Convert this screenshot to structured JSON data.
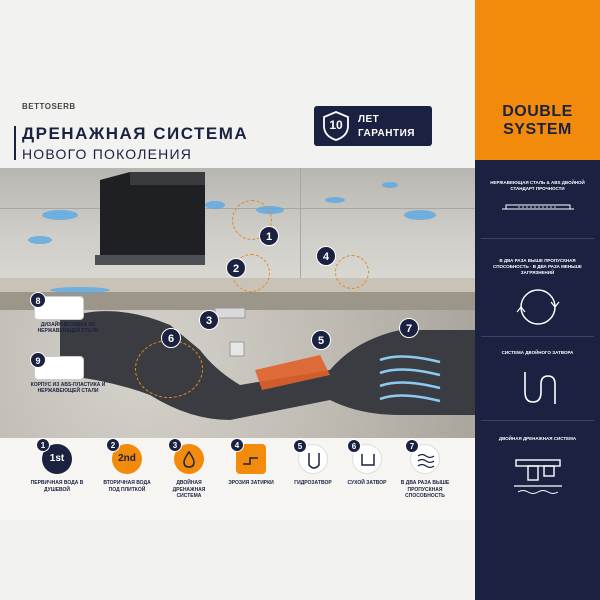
{
  "brand": "BETTOSERB",
  "title": {
    "line1": "ДРЕНАЖНАЯ СИСТЕМА",
    "line2": "НОВОГО ПОКОЛЕНИЯ"
  },
  "warranty": {
    "years": "10",
    "line1": "ЛЕТ",
    "line2": "ГАРАНТИЯ"
  },
  "scene_badges": [
    "1",
    "2",
    "3",
    "4",
    "5",
    "6",
    "7",
    "8",
    "9"
  ],
  "side_cards": [
    {
      "number": "8",
      "text": "ДИЗАЙН-ВСТАВКА ИЗ НЕРЖАВЕЮЩЕЙ СТАЛИ"
    },
    {
      "number": "9",
      "text": "КОРПУС ИЗ ABS-ПЛАСТИКА И НЕРЖАВЕЮЩЕЙ СТАЛИ"
    }
  ],
  "legend": [
    {
      "number": "1",
      "icon_text": "1st",
      "label": "ПЕРВИЧНАЯ ВОДА В ДУШЕВОЙ",
      "color": "#1b2140",
      "icon": "water-drop-icon"
    },
    {
      "number": "2",
      "icon_text": "2nd",
      "label": "ВТОРИЧНАЯ ВОДА ПОД ПЛИТКОЙ",
      "color": "#f28b0c",
      "icon": "water-drop-icon"
    },
    {
      "number": "3",
      "icon_text": "",
      "label": "ДВОЙНАЯ ДРЕНАЖНАЯ СИСТЕМА",
      "color": "#f28b0c",
      "icon": "double-drop-icon"
    },
    {
      "number": "4",
      "icon_text": "",
      "label": "ЭРОЗИЯ ЗАТИРКИ",
      "color": "#f28b0c",
      "icon": "erosion-icon"
    },
    {
      "number": "5",
      "icon_text": "",
      "label": "ГИДРОЗАТВОР",
      "color": "#1b2140",
      "icon": "water-seal-icon"
    },
    {
      "number": "6",
      "icon_text": "",
      "label": "СУХОЙ ЗАТВОР",
      "color": "#1b2140",
      "icon": "dry-seal-icon"
    },
    {
      "number": "7",
      "icon_text": "",
      "label": "В ДВА РАЗА ВЫШЕ ПРОПУСКНАЯ СПОСОБНОСТЬ",
      "color": "#1b2140",
      "icon": "waves-icon"
    }
  ],
  "panel": {
    "title_line1": "DOUBLE",
    "title_line2": "SYSTEM",
    "features": [
      {
        "text": "НЕРЖАВЕЮЩАЯ СТАЛЬ & ABS ДВОЙНОЙ СТАНДАРТ ПРОЧНОСТИ",
        "icon": "drain-profile-icon"
      },
      {
        "text": "В ДВА РАЗА ВЫШЕ ПРОПУСКНАЯ СПОСОБНОСТЬ · В ДВА РАЗА МЕНЬШЕ ЗАГРЯЗНЕНИЙ",
        "icon": "cycle-arrows-icon"
      },
      {
        "text": "СИСТЕМА ДВОЙНОГО ЗАТВОРА",
        "icon": "s-trap-icon"
      },
      {
        "text": "ДВОЙНАЯ ДРЕНАЖНАЯ СИСТЕМА",
        "icon": "drain-system-icon"
      }
    ]
  },
  "colors": {
    "navy": "#1b2140",
    "orange": "#f28b0c",
    "water": "#5aa9e6"
  }
}
